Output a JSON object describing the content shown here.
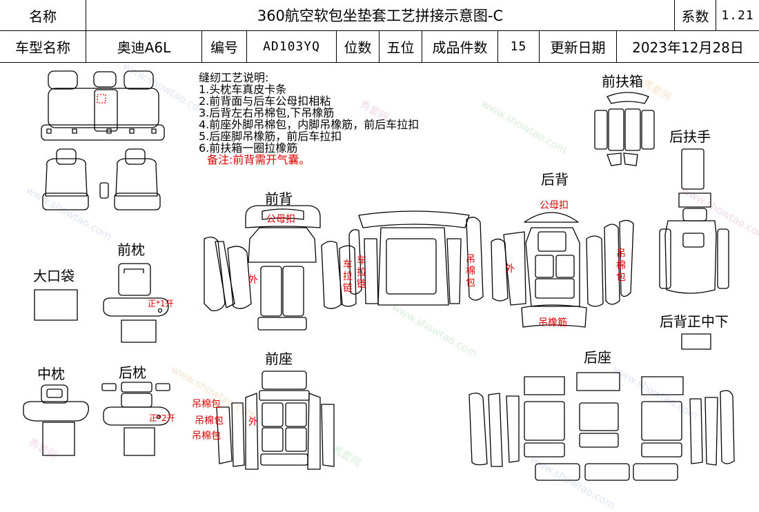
{
  "header": {
    "name_label": "名称",
    "title": "360航空软包坐垫套工艺拼接示意图-C",
    "coef_label": "系数",
    "coef_value": "1.21",
    "model_label": "车型名称",
    "model_value": "奥迪A6L",
    "code_label": "编号",
    "code_value": "AD103YQ",
    "seats_label": "位数",
    "seats_value": "五位",
    "pieces_label": "成品件数",
    "pieces_value": "15",
    "date_label": "更新日期",
    "date_value": "2023年12月28日"
  },
  "notes": {
    "heading": "缝纫工艺说明:",
    "items": [
      "1.头枕车真皮卡条",
      "2.前背面与后车公母扣相粘",
      "3.后背左右吊棉包,下吊橡筋",
      "4.前座外脚吊棉包，内脚吊橡筋，前后车拉扣",
      "5.后座脚吊橡筋，前后车拉扣",
      "6.前扶箱一圈拉橡筋"
    ],
    "remark": "备注:前背需开气囊。"
  },
  "sections": {
    "front_back": "前背",
    "rear_back": "后背",
    "front_armrest_box": "前扶箱",
    "rear_armrest": "后扶手",
    "big_pocket": "大口袋",
    "front_pillow": "前枕",
    "middle_pillow": "中枕",
    "rear_pillow": "后枕",
    "front_seat": "前座",
    "rear_seat": "后座",
    "rear_back_center_bottom": "后背正中下"
  },
  "annotations": {
    "snap_fastener": "公母扣",
    "outer": "外",
    "sew": "车",
    "pull": "拉",
    "zipper": "链",
    "hang": "吊",
    "cotton": "棉",
    "pack": "包",
    "hang_cotton_pack": "吊棉包",
    "hang_elastic": "吊橡筋",
    "front_open_1": "正*1开",
    "front_open_2": "正*2开"
  },
  "watermark": {
    "brand": "秀套网",
    "site": "www.showtao.com"
  }
}
